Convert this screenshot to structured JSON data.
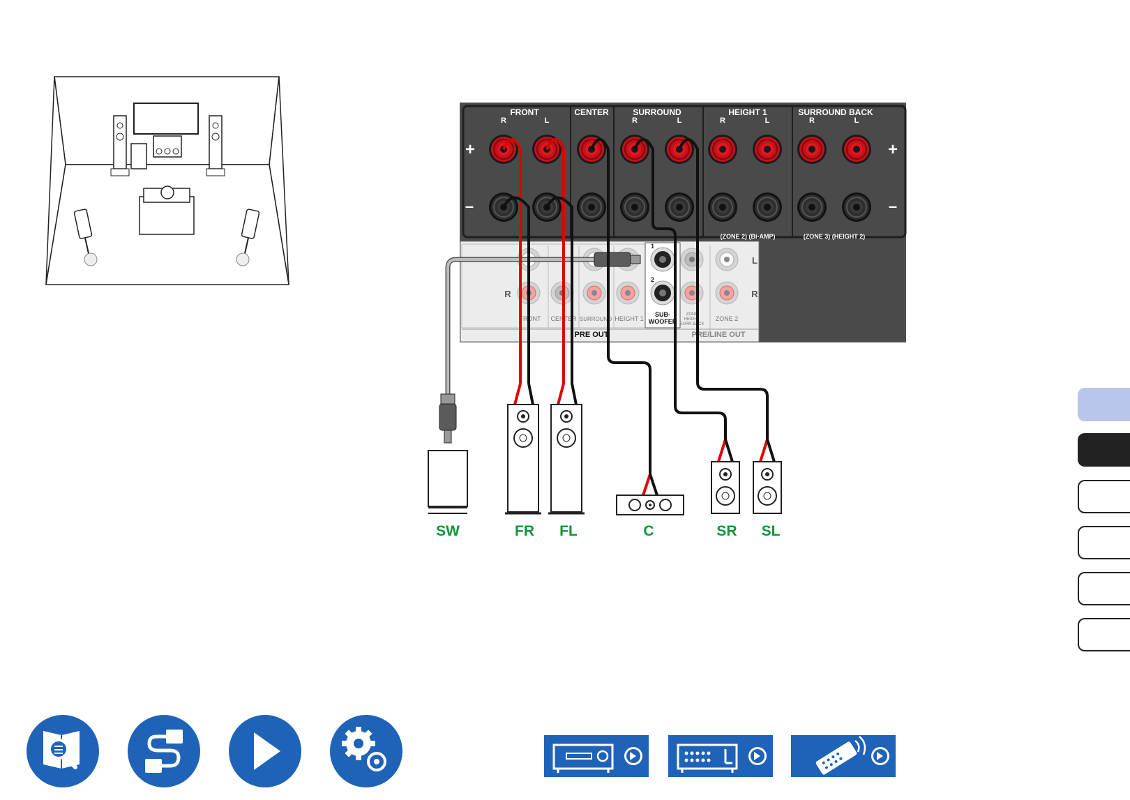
{
  "panel": {
    "groups": {
      "front": "FRONT",
      "center": "CENTER",
      "surround": "SURROUND",
      "height1": "HEIGHT 1",
      "surround_back": "SURROUND BACK"
    },
    "channel_r": "R",
    "channel_l": "L",
    "plus": "+",
    "minus": "–",
    "zone2_biamp": "(ZONE 2)  (Bi-AMP)",
    "zone3_height2": "(ZONE 3)  (HEIGHT 2)"
  },
  "preout": {
    "row_l": "L",
    "row_r": "R",
    "front": "FRONT",
    "center": "CENTER",
    "surround": "SURROUND",
    "height1": "HEIGHT 1",
    "sub_num1": "1",
    "sub_num2": "2",
    "subwoofer_line1": "SUB-",
    "subwoofer_line2": "WOOFER",
    "zone_small1": "ZONE",
    "zone_small2": "HEIGHT",
    "zone_small3": "SURR BACK",
    "zone2": "ZONE 2",
    "pre_out": "PRE OUT",
    "pre_line_out": "PRE/LINE OUT"
  },
  "speakers": {
    "sw": "SW",
    "fr": "FR",
    "fl": "FL",
    "c": "C",
    "sr": "SR",
    "sl": "SL"
  },
  "colors": {
    "panel": "#4a4a4a",
    "red_wire": "#e10000",
    "label_green": "#119438",
    "nav_blue": "#1f63b8",
    "tab_light": "#b9c6e9",
    "tab_dark": "#222222"
  },
  "icons": {
    "nav1": "manual-search-icon",
    "nav2": "connection-cable-icon",
    "nav3": "play-icon",
    "nav4": "settings-gears-icon",
    "unit1": "receiver-front-panel-icon",
    "unit2": "receiver-rear-panel-icon",
    "unit3": "remote-control-icon"
  }
}
